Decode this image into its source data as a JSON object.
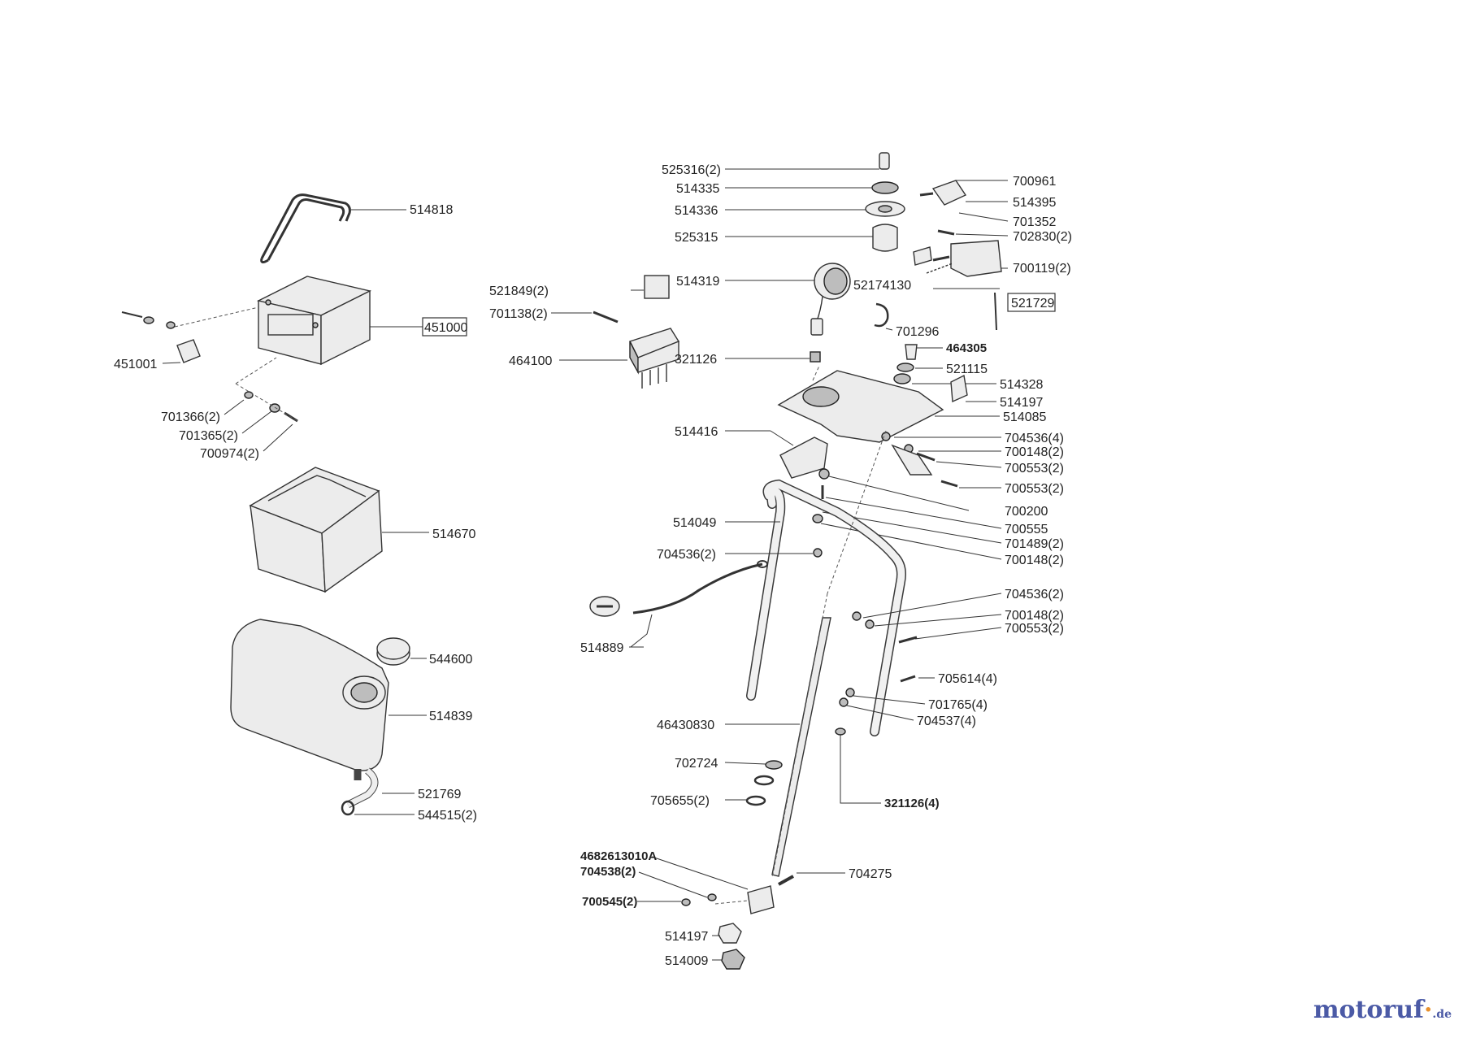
{
  "brand": {
    "name_a": "motoruf",
    "name_dot": "·",
    "tld": ".de"
  },
  "parts": {
    "p514818": "514818",
    "p451000": "451000",
    "p451001": "451001",
    "p701366": "701366(2)",
    "p701365": "701365(2)",
    "p700974": "700974(2)",
    "p514670": "514670",
    "p544600": "544600",
    "p514839": "514839",
    "p521769": "521769",
    "p544515": "544515(2)",
    "p525316": "525316(2)",
    "p514335": "514335",
    "p514336": "514336",
    "p525315": "525315",
    "p521849": "521849(2)",
    "p701138": "701138(2)",
    "p464100": "464100",
    "p514319": "514319",
    "p52174130": "52174130",
    "p701296": "701296",
    "p321126": "321126",
    "p700961": "700961",
    "p514395": "514395",
    "p701352": "701352",
    "p702830": "702830(2)",
    "p700119": "700119(2)",
    "p521729": "521729",
    "p464305": "464305",
    "p521115": "521115",
    "p514328": "514328",
    "p514197a": "514197",
    "p514085": "514085",
    "p514416": "514416",
    "p704536_4": "704536(4)",
    "p700148_2a": "700148(2)",
    "p700553_2a": "700553(2)",
    "p700553_2b": "700553(2)",
    "p700200": "700200",
    "p514049": "514049",
    "p700555": "700555",
    "p701489": "701489(2)",
    "p700148_2b": "700148(2)",
    "p704536_2a": "704536(2)",
    "p704536_2b": "704536(2)",
    "p700148_2c": "700148(2)",
    "p700553_2c": "700553(2)",
    "p514889": "514889",
    "p705614": "705614(4)",
    "p701765": "701765(4)",
    "p704537": "704537(4)",
    "p46430830": "46430830",
    "p702724": "702724",
    "p705655": "705655(2)",
    "p321126_4": "321126(4)",
    "p4682613010A": "4682613010A",
    "p704538": "704538(2)",
    "p704275": "704275",
    "p700545": "700545(2)",
    "p514197b": "514197",
    "p514009": "514009"
  }
}
